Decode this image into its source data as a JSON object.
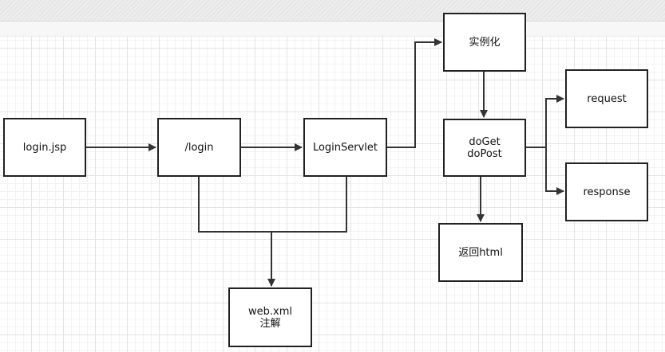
{
  "nodes": {
    "login_jsp": "login.jsp",
    "login_path": "/login",
    "login_servlet": "LoginServlet",
    "instantiate": "实例化",
    "do_get": "doGet",
    "do_post": "doPost",
    "request": "request",
    "response": "response",
    "return_html": "返回html",
    "web_xml": "web.xml",
    "annotation": "注解"
  },
  "colors": {
    "stroke": "#222222",
    "connector": "#333333",
    "grid": "#e4e4e4"
  }
}
